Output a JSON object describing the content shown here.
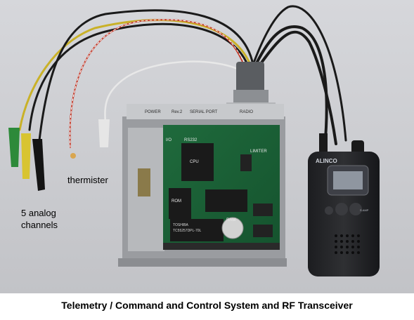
{
  "photo": {
    "label_thermister": "thermister",
    "label_analog_line1": "5 analog",
    "label_analog_line2": "channels",
    "board_markings": {
      "power": "POWER",
      "rev": "Rev.2",
      "serial_port": "SERIAL PORT",
      "radio": "RADIO",
      "io": "I/O",
      "rs232": "RS232",
      "cpu": "CPU",
      "limiter": "LIMITER",
      "rom": "ROM",
      "ram": "RAM",
      "chip_label": "TOSHIBA",
      "chip_part": "TC55257DPL-70L"
    },
    "radio_brand": "ALINCO",
    "radio_key_label": "S.AMP"
  },
  "caption": "Telemetry / Command and Control System and RF Transceiver"
}
